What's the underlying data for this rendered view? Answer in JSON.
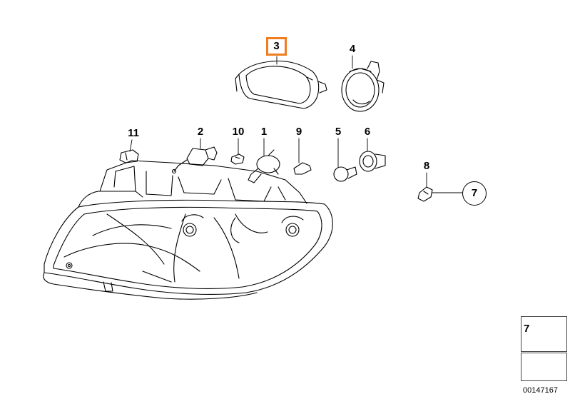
{
  "diagram": {
    "part_labels": {
      "p1": "1",
      "p2": "2",
      "p3": "3",
      "p4": "4",
      "p5": "5",
      "p6": "6",
      "p8": "8",
      "p9": "9",
      "p10": "10",
      "p11": "11"
    },
    "highlighted_part": "3",
    "callout_circle": "7",
    "highlight_color": "#f07d1e",
    "legend_panel": {
      "part_number": "7",
      "icon": "screw-icon",
      "arrow_icon": "arrow-icon"
    },
    "document_number": "00147167"
  }
}
